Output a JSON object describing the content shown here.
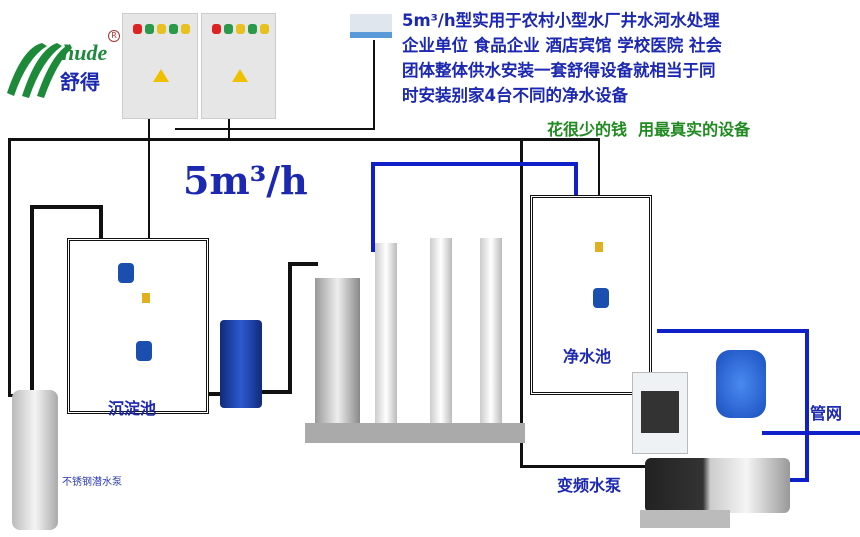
{
  "logo": {
    "brand_latin": "hude",
    "brand_cn": "舒得",
    "registered_mark": "R"
  },
  "description_lines": [
    "5m³/h型实用于农村小型水厂井水河水处理",
    "企业单位 食品企业 酒店宾馆 学校医院 社会",
    "团体整体供水安装一套舒得设备就相当于同",
    "时安装别家4台不同的净水设备"
  ],
  "slogan": "花很少的钱  用最真实的设备",
  "capacity": "5m³/h",
  "labels": {
    "settling_tank": "沉淀池",
    "clean_tank": "净水池",
    "submersible_pump": "不锈钢潜水泵",
    "vfd_pump": "变频水泵",
    "pipe_network": "管网"
  },
  "colors": {
    "text_blue": "#1c28b0",
    "pipe_blue": "#1020c8",
    "slogan_green": "#1f8a1f",
    "logo_green": "#1d8a3a"
  }
}
